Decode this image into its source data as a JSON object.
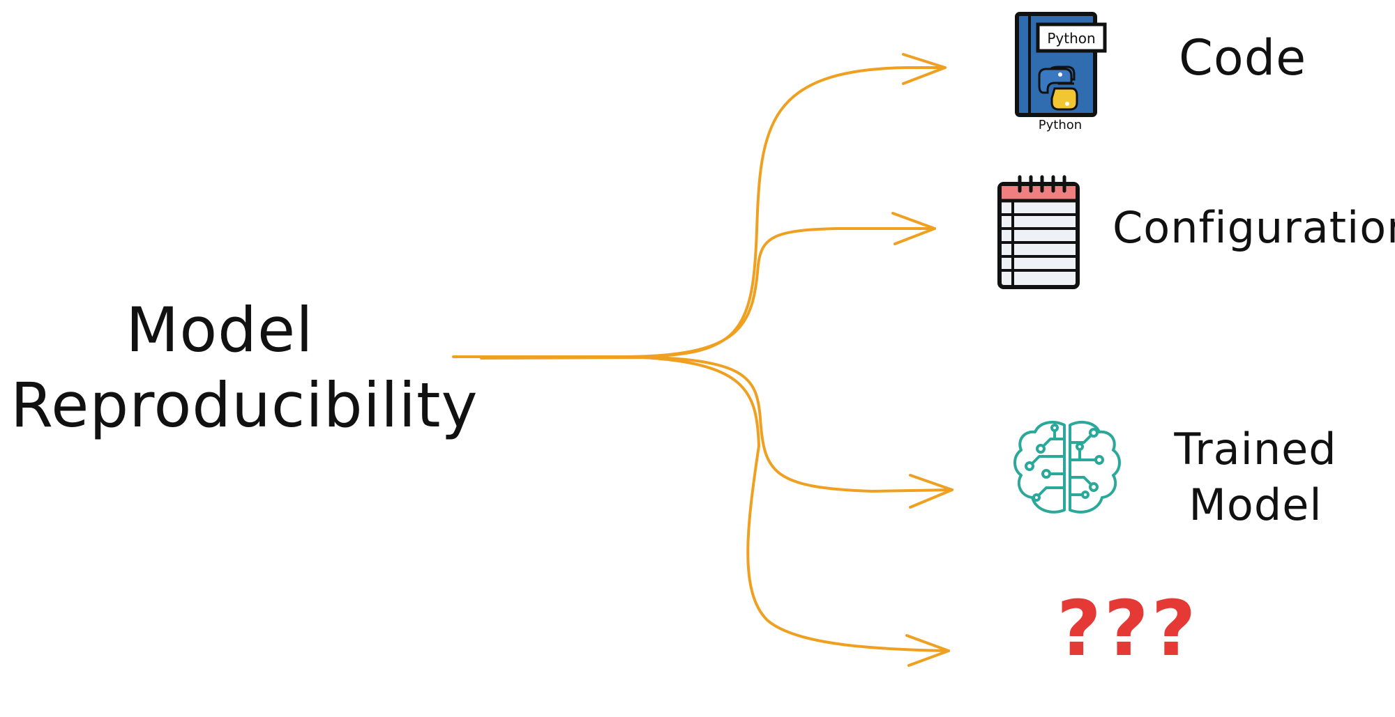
{
  "diagram": {
    "root": {
      "line1": "Model",
      "line2": "Reproducibility"
    },
    "branches": [
      {
        "label": "Code",
        "icon": "python-book-icon"
      },
      {
        "label": "Configuration",
        "icon": "notepad-icon"
      },
      {
        "label_line1": "Trained",
        "label_line2": "Model",
        "icon": "circuit-brain-icon"
      },
      {
        "label": "???"
      }
    ],
    "icon_text": {
      "book_tab": "Python",
      "book_caption": "Python"
    },
    "colors": {
      "arrow": "#f0a020",
      "question": "#e53935",
      "book_blue": "#2f6db0",
      "notepad_red": "#f08080",
      "brain_teal": "#2aa89a"
    }
  }
}
